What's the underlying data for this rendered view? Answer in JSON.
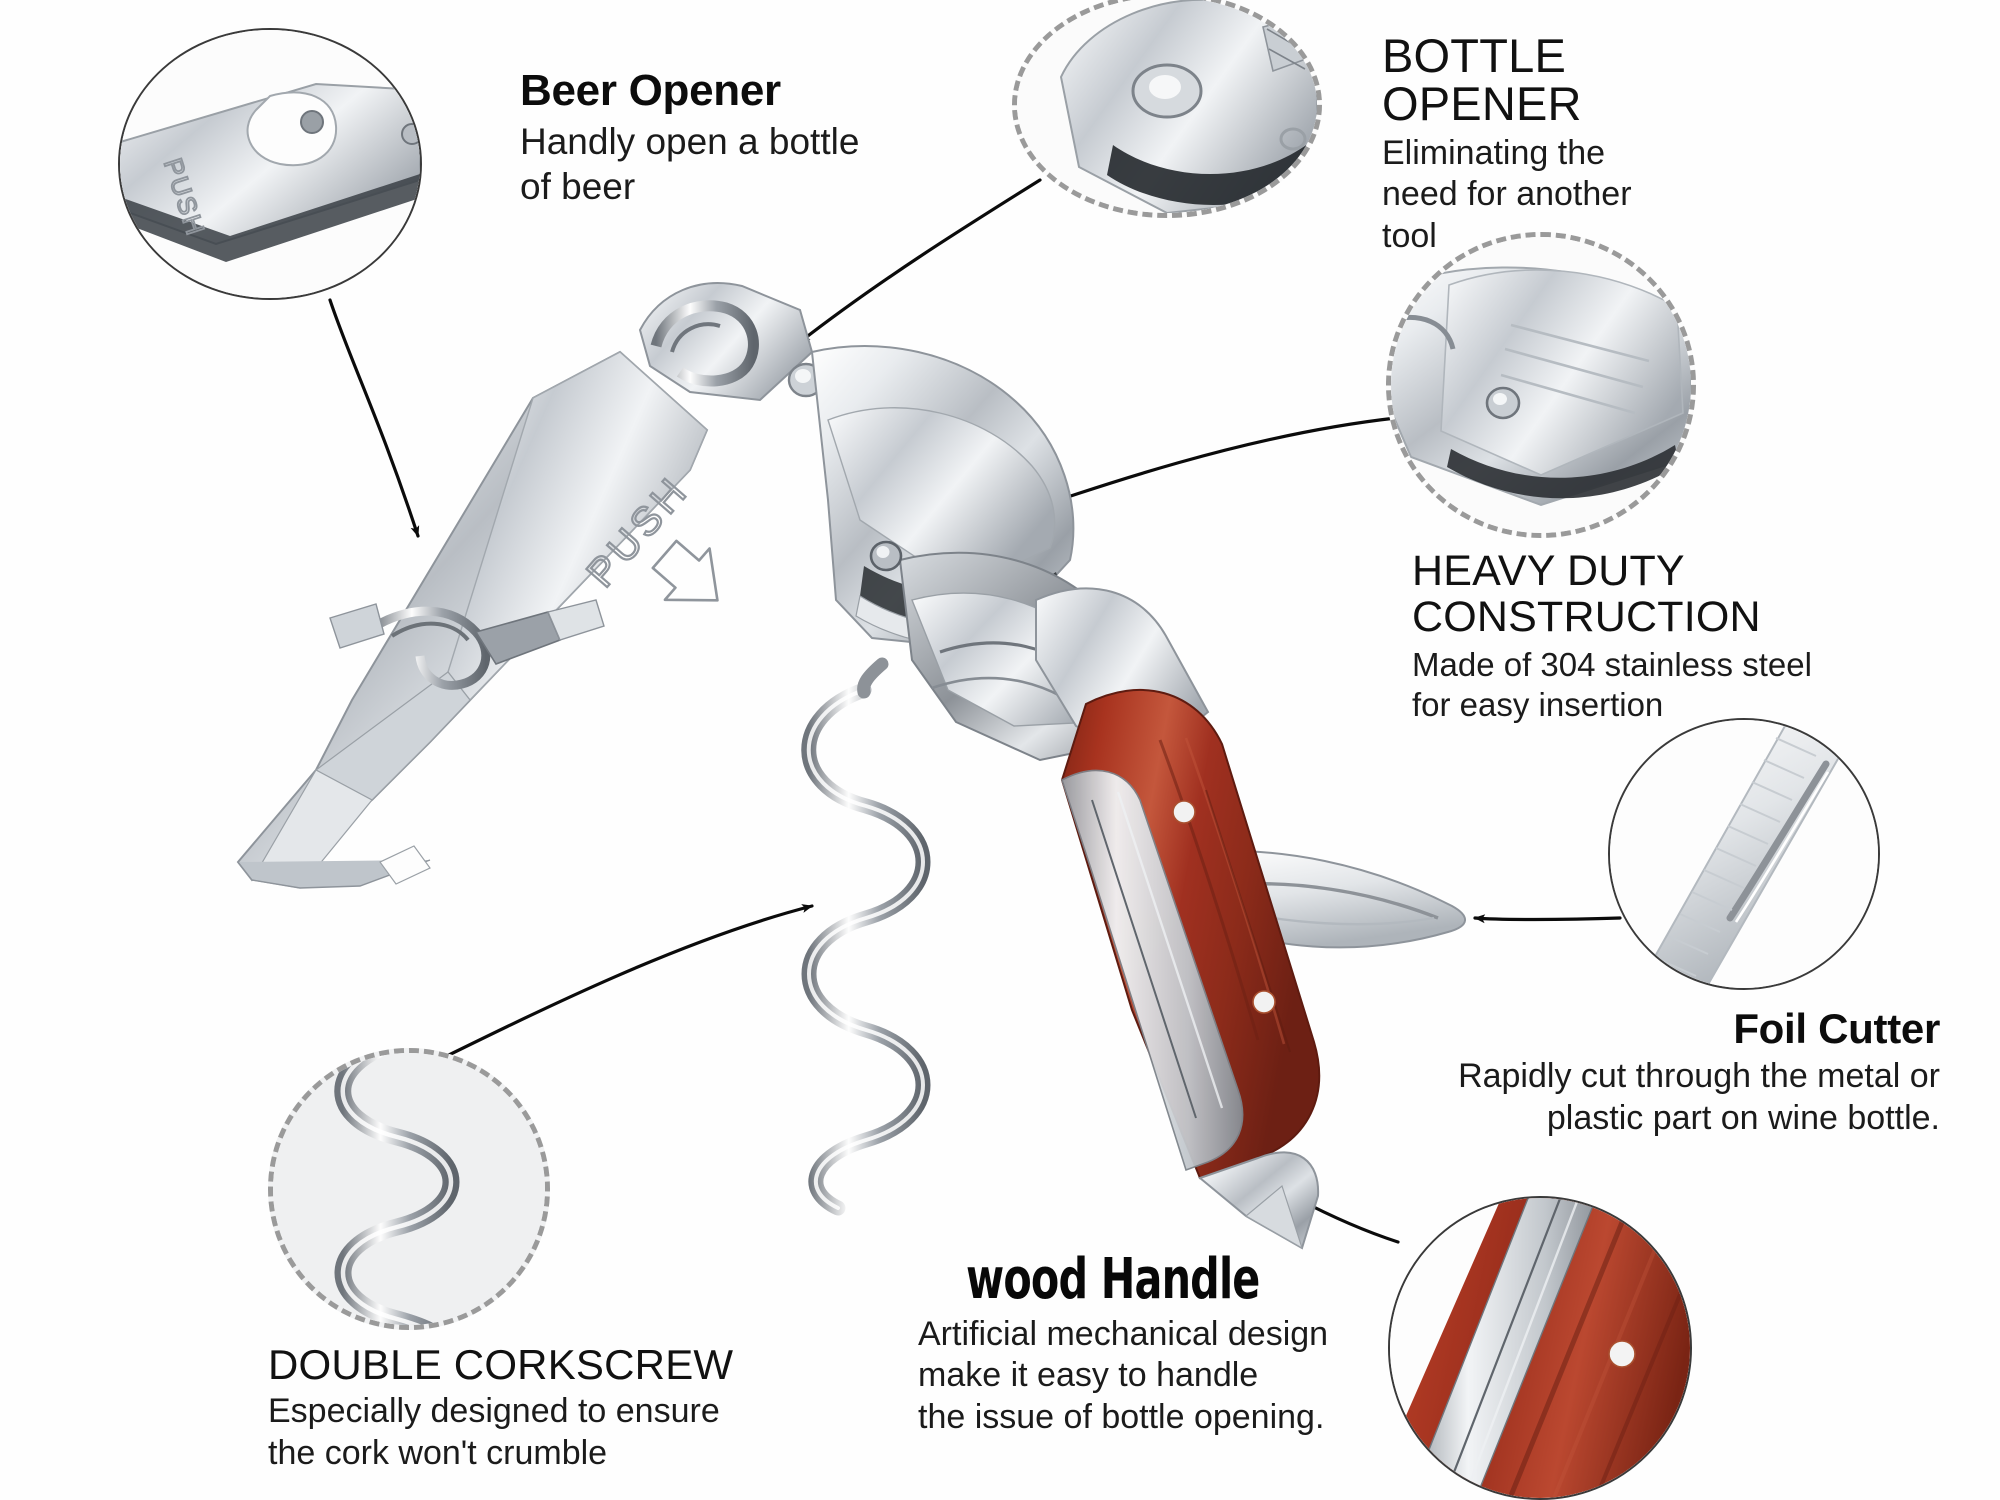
{
  "page": {
    "title": "Wine Bottle Opener Corkscrew Feature Infographic",
    "background_color": "#fefefe",
    "text_color": "#111111"
  },
  "product": {
    "name": "Waiter's corkscrew wine opener",
    "embossed_label": "PUSH",
    "materials": {
      "steel_color": "#c9ccd0",
      "steel_dark": "#8d9298",
      "wood_color": "#a8331f",
      "wood_dark": "#6d2014",
      "wood_light": "#c4573c",
      "rivet_color": "#f2f2f2"
    },
    "parts": [
      "cap lifter lever",
      "bottle opener head",
      "hinged boot lever",
      "double helix corkscrew worm",
      "serrated foil cutter blade",
      "rosewood handle scales"
    ]
  },
  "callouts": [
    {
      "id": "beer-opener",
      "title": "Beer Opener",
      "title_style": "bold-mixed",
      "body": "Handly open a bottle\nof beer",
      "detail_label": "PUSH",
      "circle_border": "solid",
      "arrow": "from bubble down-right to cap lifter"
    },
    {
      "id": "bottle-opener",
      "title": "BOTTLE\nOPENER",
      "title_style": "thin-upper",
      "body": "Eliminating the\nneed for another\ntool",
      "circle_border": "dashed",
      "arrow": "from bubble down-left to opener head"
    },
    {
      "id": "heavy-duty",
      "title": "HEAVY DUTY\nCONSTRUCTION",
      "title_style": "thin-upper",
      "body": "Made of 304 stainless steel\nfor easy insertion",
      "circle_border": "dashed",
      "arrow": "from bubble left to hinge rivet"
    },
    {
      "id": "foil-cutter",
      "title": "Foil Cutter",
      "title_style": "bold-mixed",
      "body": "Rapidly cut through the metal or\nplastic part on wine bottle.",
      "align": "right",
      "circle_border": "solid",
      "arrow": "from bubble left to blade tip"
    },
    {
      "id": "wood-handle",
      "title": "wood Handle",
      "title_style": "bold-condensed",
      "body": "Artificial mechanical design\nmake it easy to handle\nthe issue of bottle opening.",
      "circle_border": "solid",
      "arrow": "from bubble up-left to handle"
    },
    {
      "id": "double-corkscrew",
      "title": "DOUBLE CORKSCREW",
      "title_style": "thin-upper",
      "body": "Especially designed to ensure\nthe cork won't crumble",
      "circle_border": "dashed",
      "arrow": "from lower-left up-right to helix"
    }
  ],
  "lines": {
    "beer_opener_title": "Beer Opener",
    "beer_opener_body_1": "Handly open a bottle",
    "beer_opener_body_2": "of beer",
    "bottle_opener_title_1": "BOTTLE",
    "bottle_opener_title_2": "OPENER",
    "bottle_opener_body_1": "Eliminating the",
    "bottle_opener_body_2": "need for another",
    "bottle_opener_body_3": "tool",
    "heavy_duty_title_1": "HEAVY DUTY",
    "heavy_duty_title_2": "CONSTRUCTION",
    "heavy_duty_body_1": "Made of 304 stainless steel",
    "heavy_duty_body_2": "for easy insertion",
    "foil_cutter_title": "Foil Cutter",
    "foil_cutter_body_1": "Rapidly cut through the metal or",
    "foil_cutter_body_2": "plastic part on wine bottle.",
    "wood_handle_title": "wood Handle",
    "wood_handle_body_1": "Artificial mechanical design",
    "wood_handle_body_2": "make it easy to handle",
    "wood_handle_body_3": "the issue of bottle opening.",
    "double_corkscrew_title": "DOUBLE CORKSCREW",
    "double_corkscrew_body_1": "Especially designed to ensure",
    "double_corkscrew_body_2": "the cork won't crumble",
    "push_embossed": "PUSH",
    "push_detail": "PUSH"
  }
}
